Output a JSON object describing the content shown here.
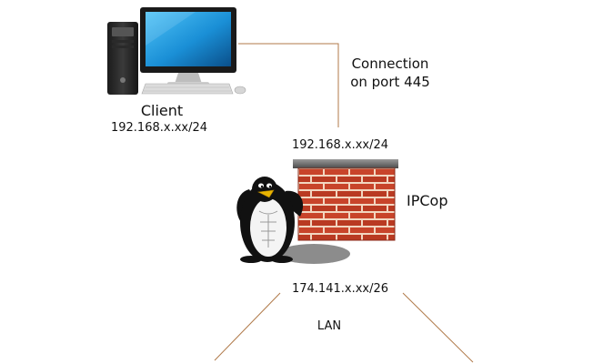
{
  "client": {
    "name": "Client",
    "ip": "192.168.x.xx/24"
  },
  "connection": {
    "line1": "Connection",
    "line2": "on port 445"
  },
  "firewall": {
    "name": "IPCop",
    "internal_ip": "192.168.x.xx/24",
    "external_ip": "174.141.x.xx/26"
  },
  "lan": {
    "label": "LAN"
  },
  "colors": {
    "connector_line": "#b07a4a",
    "brick": "#c8442a",
    "mortar": "#f2d6c0",
    "monitor_screen": "#1a8fd6"
  },
  "icons": {
    "client": "desktop-computer-icon",
    "firewall": "brick-wall-icon",
    "mascot": "tux-penguin-icon"
  }
}
